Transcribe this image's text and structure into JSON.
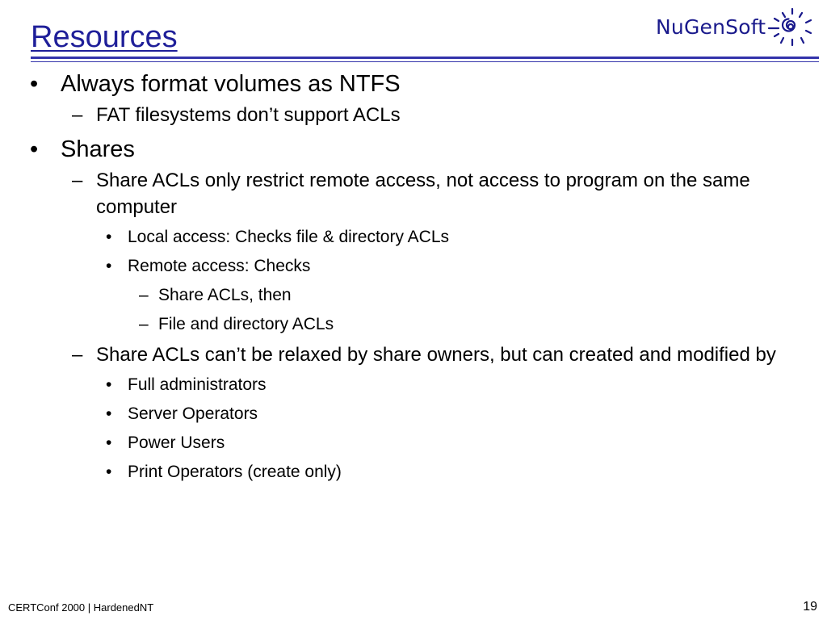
{
  "slide": {
    "title": "Resources",
    "logo_text": "NuGenSoft",
    "colors": {
      "title": "#1f1f99",
      "rule": "#3333aa",
      "logo": "#1a1a8c"
    },
    "bullets": {
      "b1": "Always format volumes as NTFS",
      "b1_1": "FAT filesystems don’t support ACLs",
      "b2": "Shares",
      "b2_1": "Share ACLs only restrict remote access, not access to program on the same computer",
      "b2_1_1": "Local access:  Checks file & directory ACLs",
      "b2_1_2": "Remote access:  Checks",
      "b2_1_2_1": "Share ACLs, then",
      "b2_1_2_2": "File and directory ACLs",
      "b2_2": "Share ACLs can’t be relaxed by share owners, but can created and modified by",
      "b2_2_1": "Full administrators",
      "b2_2_2": "Server Operators",
      "b2_2_3": "Power Users",
      "b2_2_4": "Print Operators (create only)"
    },
    "marks": {
      "bullet": "•",
      "dash": "–"
    },
    "footer": {
      "left": "CERTConf 2000 | HardenedNT",
      "page_number": "19"
    }
  }
}
